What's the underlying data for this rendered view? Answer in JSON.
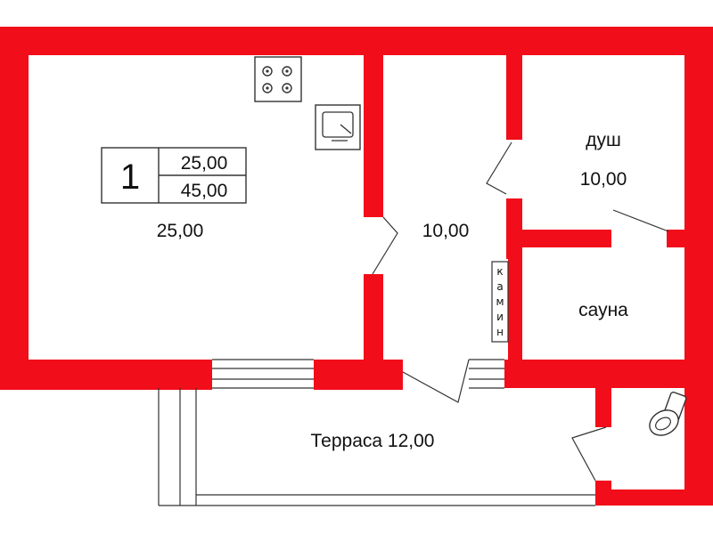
{
  "rooms": {
    "main_area": "25,00",
    "hall_area": "10,00",
    "shower_name": "душ",
    "shower_area": "10,00",
    "sauna_name": "сауна",
    "terrace_label": "Терраса 12,00"
  },
  "room_badge": {
    "number": "1",
    "living_area": "25,00",
    "total_area": "45,00"
  },
  "fireplace": {
    "letters": [
      "к",
      "а",
      "м",
      "и",
      "н"
    ]
  },
  "colors": {
    "wall": "#f20d1a",
    "line": "#333333",
    "background": "#ffffff"
  }
}
